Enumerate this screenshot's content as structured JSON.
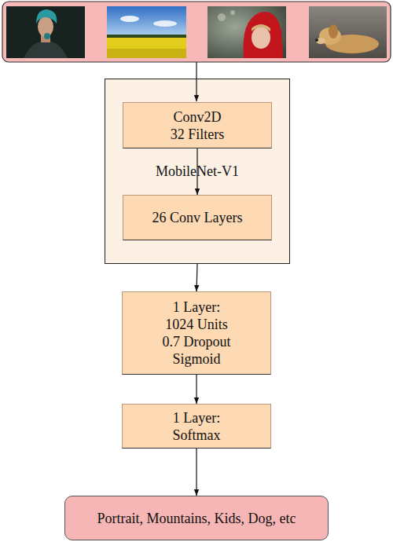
{
  "diagram": {
    "nodes": [
      {
        "text": [
          "MobileNet-V1"
        ]
      },
      {
        "text": [
          "Conv2D 32 Filters"
        ],
        "in": 0
      },
      {
        "text": [
          "26 Conv Layers"
        ],
        "in": 0
      },
      {
        "text": [
          "1 Layer: 1024 Units 0.7 Dropout Sigmoid"
        ]
      },
      {
        "text": [
          "1 Layer: Softmax"
        ]
      },
      {
        "text": [
          "Portrait, Mountains, Kids, Dog, etc"
        ]
      }
    ],
    "edges": [
      {
        "from": 1,
        "to": 2,
        "arrow": "to"
      },
      {
        "from": 0,
        "to": 3,
        "arrow": "to"
      },
      {
        "from": 3,
        "to": 4,
        "arrow": "to"
      },
      {
        "from": 4,
        "to": 5,
        "arrow": "to"
      }
    ]
  }
}
